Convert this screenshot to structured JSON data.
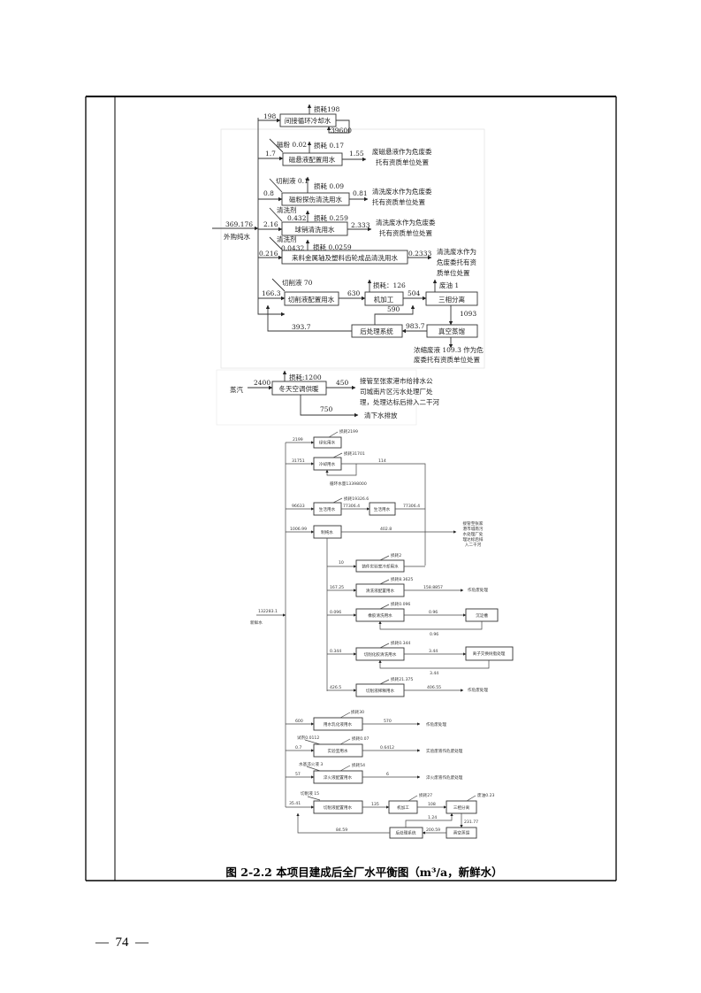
{
  "s1": {
    "cool_box": "间接循环冷却水",
    "cool_loss": "损耗198",
    "cool_in": "198",
    "cool_cycle": "39600",
    "mag_box": "磁悬液配置用水",
    "mag_add": "磁粉 0.02",
    "mag_loss": "损耗 0.17",
    "mag_in": "1.7",
    "mag_out": "1.55",
    "mag_dest1": "废磁悬液作为危废委",
    "mag_dest2": "托有资质单位处置",
    "flaw_box": "磁粉探伤清洗用水",
    "flaw_add": "切削液 0.1",
    "flaw_loss": "损耗 0.09",
    "flaw_in": "0.8",
    "flaw_out": "0.81",
    "flaw_dest1": "清洗废水作为危废委",
    "flaw_dest2": "托有资质单位处置",
    "ball_box": "球销清洗用水",
    "ball_add1": "清洗剂",
    "ball_add2": "0.432",
    "ball_loss": "损耗 0.259",
    "ball_in": "2.16",
    "ball_out": "2.333",
    "ball_dest1": "清洗废水作为危废委",
    "ball_dest2": "托有资质单位处置",
    "source_value": "369.176",
    "source_label": "外购纯水",
    "part_box": "来料金属轴及塑料齿轮成品清洗用水",
    "part_add1": "清洗剂",
    "part_add2": "0.0432",
    "part_loss": "损耗 0.0259",
    "part_in": "0.216",
    "part_out": "0.2333",
    "part_dest1": "清洗废水作为",
    "part_dest2": "危废委托有资",
    "part_dest3": "质单位处置",
    "cut_box": "切削液配置用水",
    "cut_add": "切削液 70",
    "cut_in": "166.3",
    "cut_out": "630",
    "mach_box": "机加工",
    "mach_loss": "损耗：126",
    "mach_out": "504",
    "sep_box": "三相分离",
    "sep_oil": "废油 1",
    "sep_out": "1093",
    "vac_box": "真空蒸馏",
    "vac_out": "983.7",
    "post_box": "后处理系统",
    "post_up": "590",
    "post_back": "393.7",
    "waste1": "浓缩废液 109.3 作为危",
    "waste2": "废委托有资质单位处置"
  },
  "s2": {
    "steam": "蒸汽",
    "steam_in": "2400",
    "heat_box": "冬天空调供暖",
    "heat_loss": "损耗:1200",
    "heat_out": "450",
    "dest1": "接管至张家港市给排水公",
    "dest2": "司城南片区污水处理厂处",
    "dest3": "理，处理达标后排入二干河",
    "clean_out": "750",
    "clean_dest": "清下水排放"
  },
  "s3": {
    "source_value": "132283.1",
    "source_label": "新鲜水",
    "green_in": "2199",
    "green_box": "绿化用水",
    "green_loss": "损耗2199",
    "cool_in": "31751",
    "cool_box": "冷却用水",
    "cool_loss": "损耗31701",
    "cool_out": "114",
    "cool_cycle": "循环水量13398000",
    "life_in": "96633",
    "life_box": "生活用水",
    "life_loss": "损耗19326.6",
    "life_mid": "77306.4",
    "life_box2": "生活用水",
    "life_out": "77306.4",
    "pure_in": "1006.99",
    "pure_box": "制纯水",
    "pure_out": "402.8",
    "dest": [
      "接管至张家",
      "港市城南污",
      "水处理厂处",
      "理达标后排",
      "入二干河"
    ],
    "cast_in": "10",
    "cast_box": "铸件实验室冷却用水",
    "cast_loss": "损耗2",
    "clean_in": "167.25",
    "clean_box": "清洗液配置用水",
    "clean_loss": "损耗8.3625",
    "clean_out": "158.8857",
    "clean_dest": "作危废处理",
    "rubber_in": "0.096",
    "rubber_box": "橡胶清洗用水",
    "rubber_loss": "损耗0.096",
    "rubber_out": "0.96",
    "settle_box": "沉淀槽",
    "rubber_back": "0.96",
    "chem_in": "0.344",
    "chem_box": "切削化胶清洗用水",
    "chem_loss": "损耗0.344",
    "chem_out": "3.44",
    "ion_box": "离子交换树脂处理",
    "chem_back": "3.44",
    "dil_in": "426.5",
    "dil_box": "切削液稀释用水",
    "dil_loss": "损耗21.375",
    "dil_out": "406.55",
    "dil_dest": "作危废处理",
    "emul_in": "600",
    "emul_box": "用水乳化液用水",
    "emul_loss": "损耗30",
    "emul_out": "570",
    "emul_dest": "作危废处理",
    "lab_add": "试剂0.0112",
    "lab_in": "0.7",
    "lab_box": "实验室用水",
    "lab_loss": "损耗0.07",
    "lab_out": "0.6412",
    "lab_dest": "实验废液作危废处理",
    "quench_add": "水基淬火液 3",
    "quench_in": "57",
    "quench_box": "淬火液配置用水",
    "quench_loss": "损耗54",
    "quench_out": "6",
    "quench_dest": "淬火废液作危废处理",
    "cut_add": "切削液 15",
    "cut_in": "35.41",
    "cut_box": "切削液配置用水",
    "cut_out": "135",
    "mach_box": "机加工",
    "mach_loss": "损耗27",
    "mach_out": "108",
    "sep_box": "三相分离",
    "sep_oil": "废油0.23",
    "sep_out": "231.77",
    "recycle": "1.24",
    "vac_box": "真空蒸馏",
    "vac_out": "200.59",
    "post_box": "后处理系统",
    "post_back": "84.59"
  },
  "caption": "图 2-2.2   本项目建成后全厂水平衡图（m³/a，新鲜水）",
  "page_number": "—  74  —"
}
